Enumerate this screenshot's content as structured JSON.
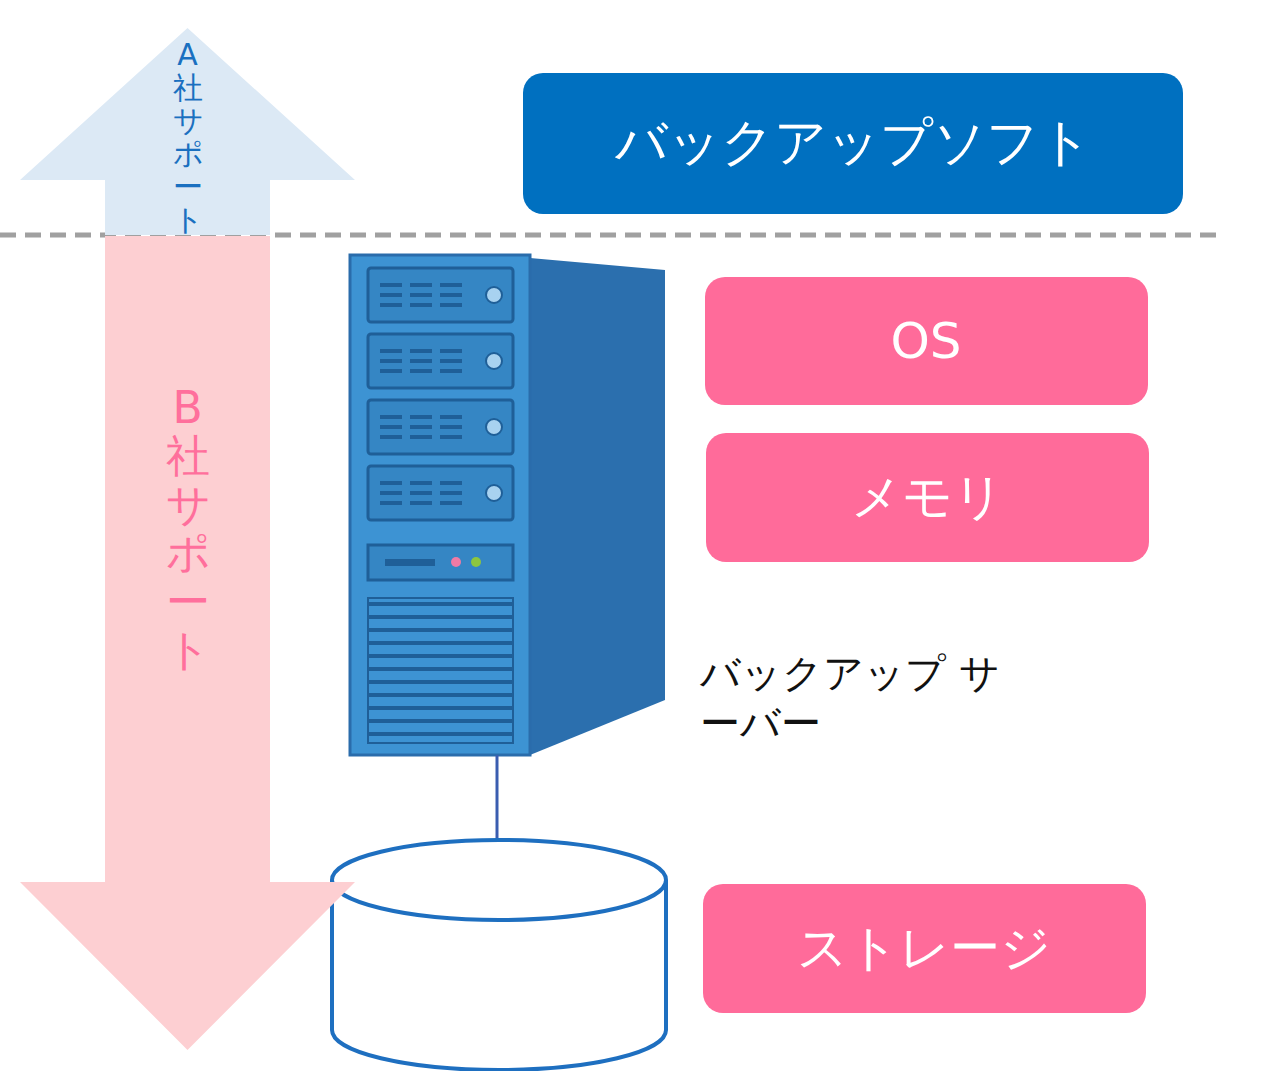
{
  "diagram": {
    "nodes": [
      {
        "text": [
          "A社サポート"
        ]
      },
      {
        "text": [
          "バックアップソフト"
        ]
      },
      {
        "text": [
          "B社サポート"
        ]
      },
      {
        "text": [
          "OS"
        ]
      },
      {
        "text": [
          "メモリ"
        ]
      },
      {
        "text": [
          "ストレージ"
        ]
      }
    ],
    "labels": [
      "バックアップ サーバー"
    ]
  }
}
